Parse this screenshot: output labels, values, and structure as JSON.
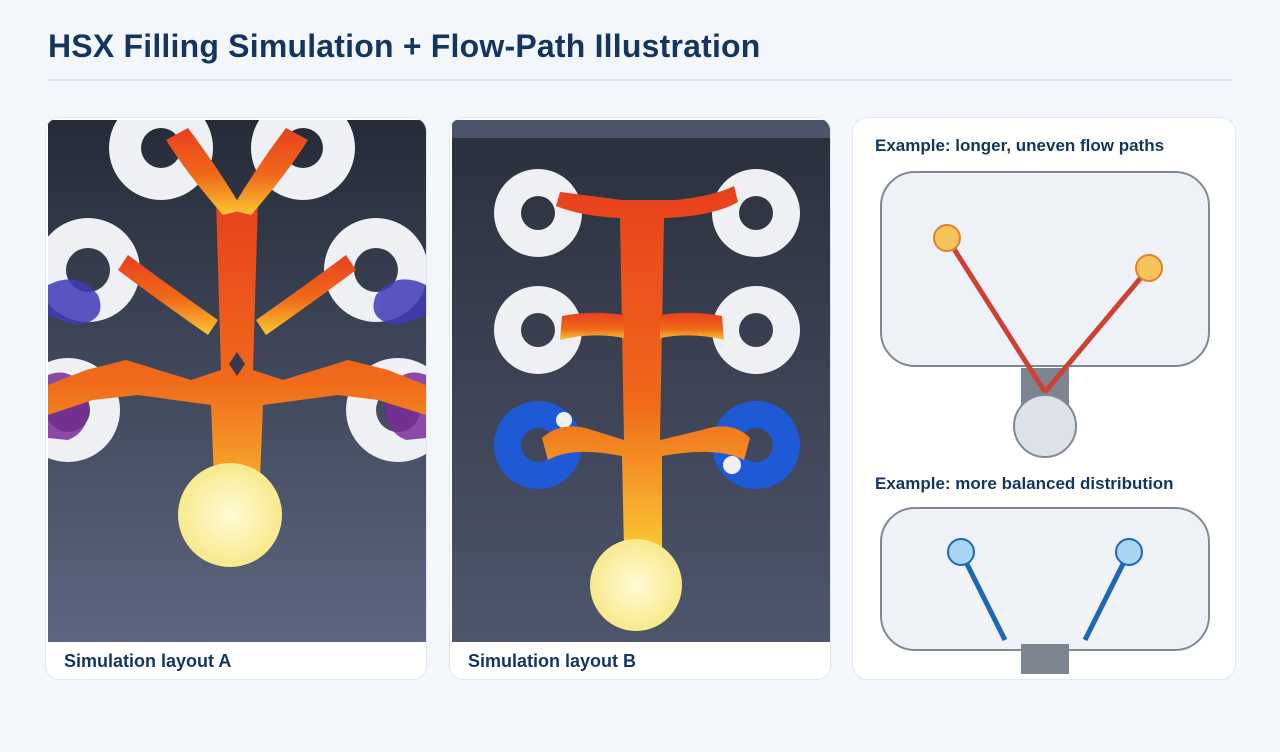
{
  "page": {
    "title": "HSX Filling Simulation + Flow-Path Illustration"
  },
  "simulations": [
    {
      "caption": "Simulation layout A"
    },
    {
      "caption": "Simulation layout B"
    }
  ],
  "examples": [
    {
      "heading": "Example: longer, uneven flow paths",
      "path_color": "#cf3f34",
      "node_color": "#f6c25a"
    },
    {
      "heading": "Example: more balanced distribution",
      "path_color": "#1f67b0",
      "node_color": "#a9d6f2"
    }
  ]
}
